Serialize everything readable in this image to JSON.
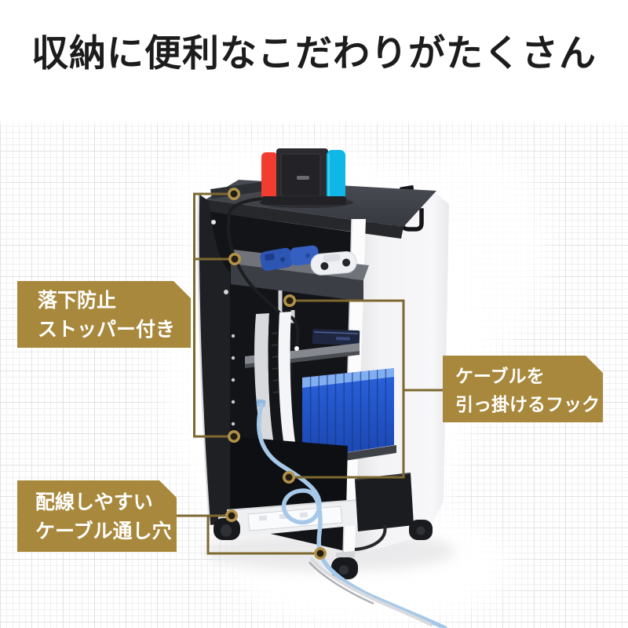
{
  "page": {
    "title": "収納に便利なこだわりがたくさん"
  },
  "callouts": [
    {
      "id": "stopper",
      "lines": [
        "落下防止",
        "ストッパー付き"
      ]
    },
    {
      "id": "cable-hook",
      "lines": [
        "ケーブルを",
        "引っ掛けるフック"
      ]
    },
    {
      "id": "cable-hole",
      "lines": [
        "配線しやすい",
        "ケーブル通し穴"
      ]
    }
  ],
  "colors": {
    "label_background": "#a8883c",
    "leader_line": "#7d6830",
    "dot_ring": "#b2924a",
    "dot_core": "#241d12",
    "title_text": "#1c1c1c",
    "joycon_red": "#f23c30",
    "joycon_blue": "#0fb7e6",
    "game_case_blue": "#2a62dd",
    "cable_blue": "#a6c9e9"
  },
  "scene": {
    "objects": [
      "nintendo-switch-dock",
      "blue-game-controllers",
      "white-dualsense-controller",
      "ps5-console",
      "blue-game-case-stack",
      "hanging-hooks",
      "cable-hook-with-cable",
      "power-strip",
      "ac-adapter",
      "caster-wheels",
      "blue-usb-cable"
    ]
  }
}
